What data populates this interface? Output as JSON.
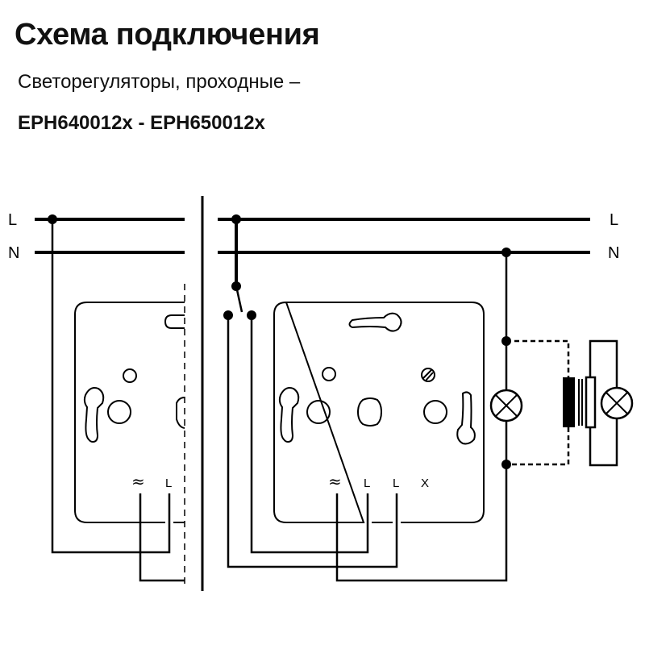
{
  "header": {
    "title": "Схема подключения",
    "subtitle": "Светорегуляторы, проходные –",
    "models": "EPH640012x - EPH650012x"
  },
  "diagram": {
    "bus_labels": {
      "line": "L",
      "neutral": "N"
    },
    "left_device": {
      "terminals": [
        "≈",
        "L"
      ]
    },
    "right_device": {
      "terminals": [
        "≈",
        "L",
        "L",
        "X"
      ]
    }
  }
}
